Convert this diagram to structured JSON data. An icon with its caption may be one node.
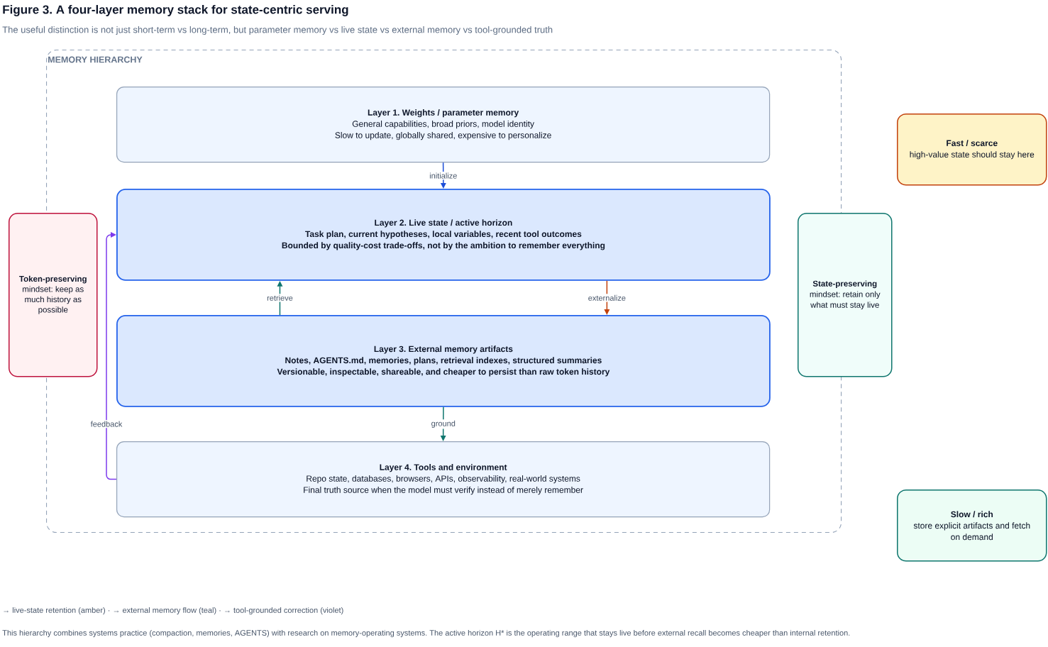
{
  "diagram": {
    "title": "Figure 3. A four-layer memory stack for state-centric serving",
    "caption": "This hierarchy combines systems practice (compaction, memories, AGENTS) with research on memory-operating systems. The active horizon H* is the operating range that stays live before external recall becomes cheaper than internal retention.",
    "nodes": [
      {
        "text": [
          "MEMORY HIERARCHY"
        ]
      },
      {
        "text": [
          "Layer 1. Weights / parameter memory",
          "General capabilities, broad priors, model identity",
          "Slow to update, globally shared, expensive to personalize"
        ],
        "in": 0
      },
      {
        "text": [
          "Layer 2. Live state / active horizon",
          "Task plan, current hypotheses, local variables, recent tool outcomes",
          "Bounded by quality-cost trade-offs, not by the ambition to remember everything"
        ],
        "in": 0
      },
      {
        "text": [
          "Layer 3. External memory artifacts",
          "Notes, AGENTS.md, memories, plans, retrieval indexes, structured summaries",
          "Versionable, inspectable, shareable, and cheaper to persist than raw token history"
        ],
        "in": 0
      },
      {
        "text": [
          "Layer 4. Tools and environment",
          "Repo state, databases, browsers, APIs, observability, real-world systems",
          "Final truth source when the model must verify instead of merely remember"
        ],
        "in": 0
      },
      {
        "text": [
          "Token-preserving",
          "mindset: keep as much history as possible"
        ]
      },
      {
        "text": [
          "State-preserving",
          "mindset: retain only what must stay live"
        ]
      },
      {
        "text": [
          "Fast / scarce",
          "high-value state should stay here"
        ]
      },
      {
        "text": [
          "Slow / rich",
          "store explicit artifacts and fetch on demand"
        ]
      }
    ],
    "edges": [
      {
        "from": 1,
        "to": 2,
        "arrow": "to",
        "label": "initialize",
        "color": "#1d4ed8"
      },
      {
        "from": 3,
        "to": 2,
        "arrow": "to",
        "label": "retrieve",
        "color": "#0f766e"
      },
      {
        "from": 2,
        "to": 3,
        "arrow": "to",
        "label": "externalize",
        "color": "#c2410c"
      },
      {
        "from": 3,
        "to": 4,
        "arrow": "to",
        "label": "ground",
        "color": "#0f766e"
      },
      {
        "from": 4,
        "to": 2,
        "arrow": "to",
        "label": "feedback",
        "color": "#7c3aed"
      }
    ],
    "labels": [
      "The useful distinction is not just short-term vs long-term, but parameter memory vs live state vs external memory vs tool-grounded truth",
      "→ live-state retention (amber) · → external memory flow (teal) · → tool-grounded correction (violet)"
    ]
  }
}
